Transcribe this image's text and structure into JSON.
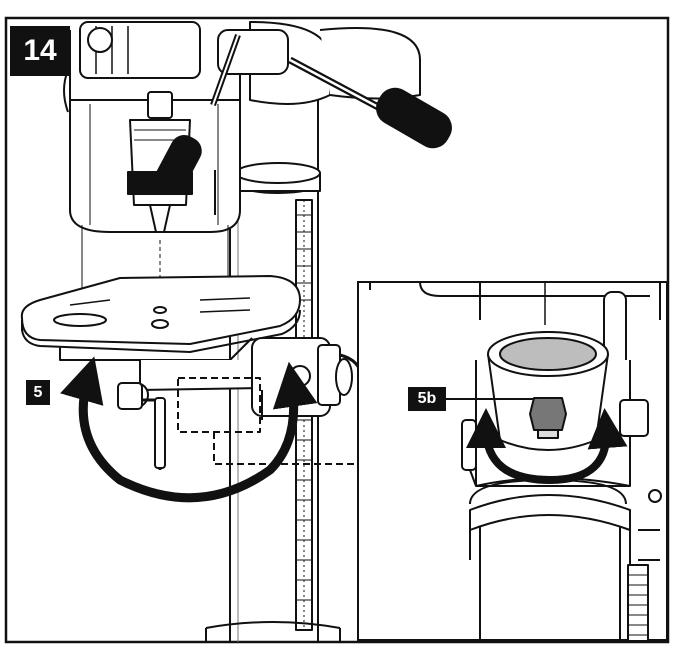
{
  "step_number": "14",
  "callouts": {
    "table_label": "5",
    "clamp_label": "5b"
  },
  "colors": {
    "line": "#111111",
    "badge_bg": "#111111",
    "badge_text": "#ffffff",
    "background": "#ffffff",
    "glass": "#bdbdbd"
  },
  "icons": [
    "rotate-arrow-icon",
    "rotate-arrow-icon"
  ]
}
